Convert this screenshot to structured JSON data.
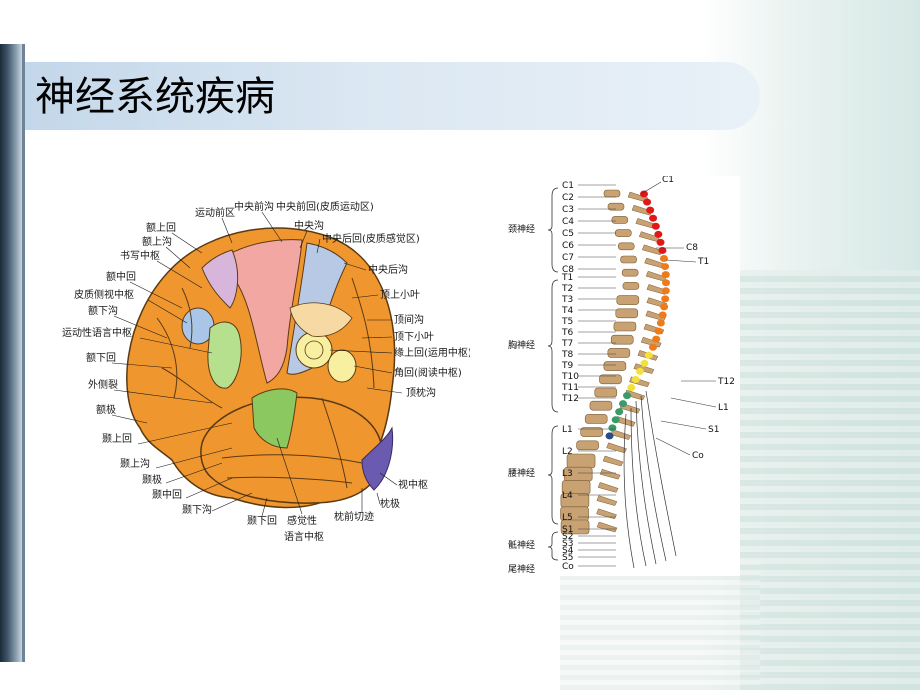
{
  "slide": {
    "title": "神经系统疾病"
  },
  "brain": {
    "labels": {
      "yundongqianqu": "运动前区",
      "zhongyangqiangou": "中央前沟",
      "zhongyangqianhui": "中央前回(皮质运动区)",
      "eshanghui": "额上回",
      "eshanggou": "额上沟",
      "zhongyanggou": "中央沟",
      "shuxiezhongshu": "书写中枢",
      "zhongyanghouhui": "中央后回(皮质感觉区)",
      "ezhonghui": "额中回",
      "zhongyanghougou": "中央后沟",
      "pizhicesizhongshu": "皮质侧视中枢",
      "dingshangxiaoye": "顶上小叶",
      "exiagou": "额下沟",
      "dingjiangou": "顶间沟",
      "yundongxingyuyanzhongshu": "运动性语言中枢",
      "dingxiaxiaoye": "顶下小叶",
      "exiahui": "额下回",
      "yuanshanghui": "缘上回(运用中枢)",
      "jiaohui": "角回(阅读中枢)",
      "waicelie": "外侧裂",
      "dingzhengou": "顶枕沟",
      "eji": "额极",
      "nieshanghui": "颞上回",
      "nieshanggou": "颞上沟",
      "nieji": "颞极",
      "shizhongshu": "视中枢",
      "niezhonghui": "颞中回",
      "zhenji": "枕极",
      "niexiagou": "颞下沟",
      "niexiahui": "颞下回",
      "ganjuexing": "感觉性",
      "yuyanzhongshu": "语言中枢",
      "zhenqianqieji": "枕前切迹"
    }
  },
  "spine": {
    "regions": {
      "neck": "颈神经",
      "chest": "胸神经",
      "lumbar": "腰神经",
      "sacral": "骶神经",
      "coccyx": "尾神经"
    },
    "cervical": [
      "C1",
      "C2",
      "C3",
      "C4",
      "C5",
      "C6",
      "C7",
      "C8"
    ],
    "thoracic": [
      "T1",
      "T2",
      "T3",
      "T4",
      "T5",
      "T6",
      "T7",
      "T8",
      "T9",
      "T10",
      "T11",
      "T12"
    ],
    "lumbar": [
      "L1",
      "L2",
      "L3",
      "L4",
      "L5"
    ],
    "sacral": [
      "S1",
      "S2",
      "S3",
      "S4",
      "S5"
    ],
    "coccygeal": [
      "Co"
    ],
    "right_labels": {
      "c1": "C1",
      "c8": "C8",
      "t1": "T1",
      "t12": "T12",
      "l1": "L1",
      "s1": "S1",
      "co": "Co"
    }
  },
  "colors": {
    "orange": "#f0962e",
    "pink": "#f3a7a3",
    "blue": "#b8c9e6",
    "green": "#b7e08e",
    "darkgreen": "#8cc860",
    "yellow": "#f8f0a0",
    "purple": "#d8b6dc",
    "bone": "#c8a272",
    "red": "#e01818"
  }
}
